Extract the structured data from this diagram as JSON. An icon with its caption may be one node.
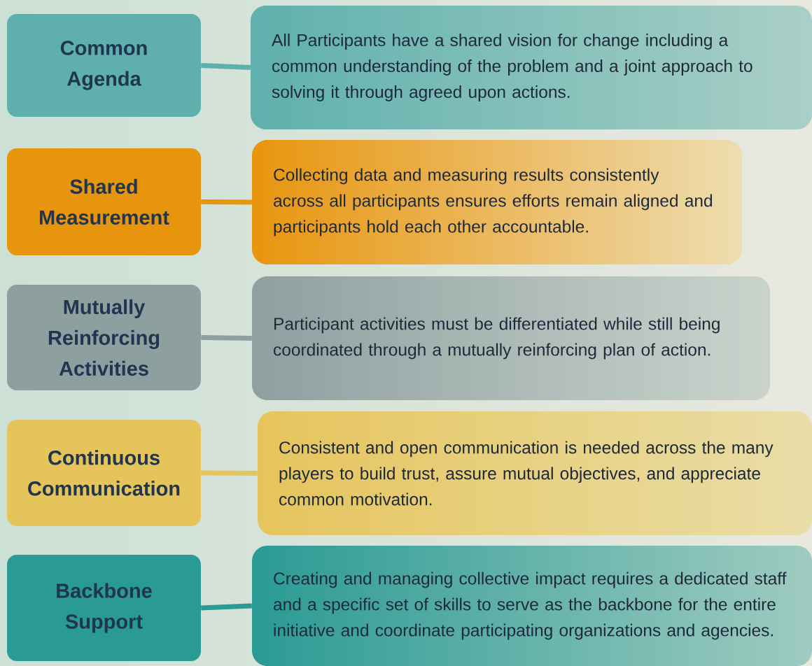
{
  "diagram": {
    "nodes": [
      {
        "text": [
          "Common Agenda"
        ]
      },
      {
        "text": [
          "All Participants have a shared vision for change including a common understanding of the problem and a joint approach to solving it through agreed upon actions."
        ]
      },
      {
        "text": [
          "Shared Measurement"
        ]
      },
      {
        "text": [
          "Collecting data and measuring results consistently across all participants ensures efforts remain aligned and participants hold each other accountable."
        ]
      },
      {
        "text": [
          "Mutually Reinforcing Activities"
        ]
      },
      {
        "text": [
          "Participant activities must be differentiated while still being coordinated through a mutually reinforcing plan of action."
        ]
      },
      {
        "text": [
          "Continuous Communication"
        ]
      },
      {
        "text": [
          "Consistent and open communication is needed across the many players to build trust, assure mutual objectives, and appreciate common motivation."
        ]
      },
      {
        "text": [
          "Backbone Support"
        ]
      },
      {
        "text": [
          "Creating and managing collective impact requires a dedicated staff and a specific set of skills to serve as the backbone for the entire initiative and coordinate participating organizations and agencies."
        ]
      }
    ],
    "edges": [
      {
        "from": 0,
        "to": 1,
        "arrow": "none",
        "color": "#5fb0ad"
      },
      {
        "from": 2,
        "to": 3,
        "arrow": "none",
        "color": "#e8950e"
      },
      {
        "from": 4,
        "to": 5,
        "arrow": "none",
        "color": "#8e9fa0"
      },
      {
        "from": 6,
        "to": 7,
        "arrow": "none",
        "color": "#e6c45c"
      },
      {
        "from": 8,
        "to": 9,
        "arrow": "none",
        "color": "#2a9a94"
      }
    ]
  }
}
